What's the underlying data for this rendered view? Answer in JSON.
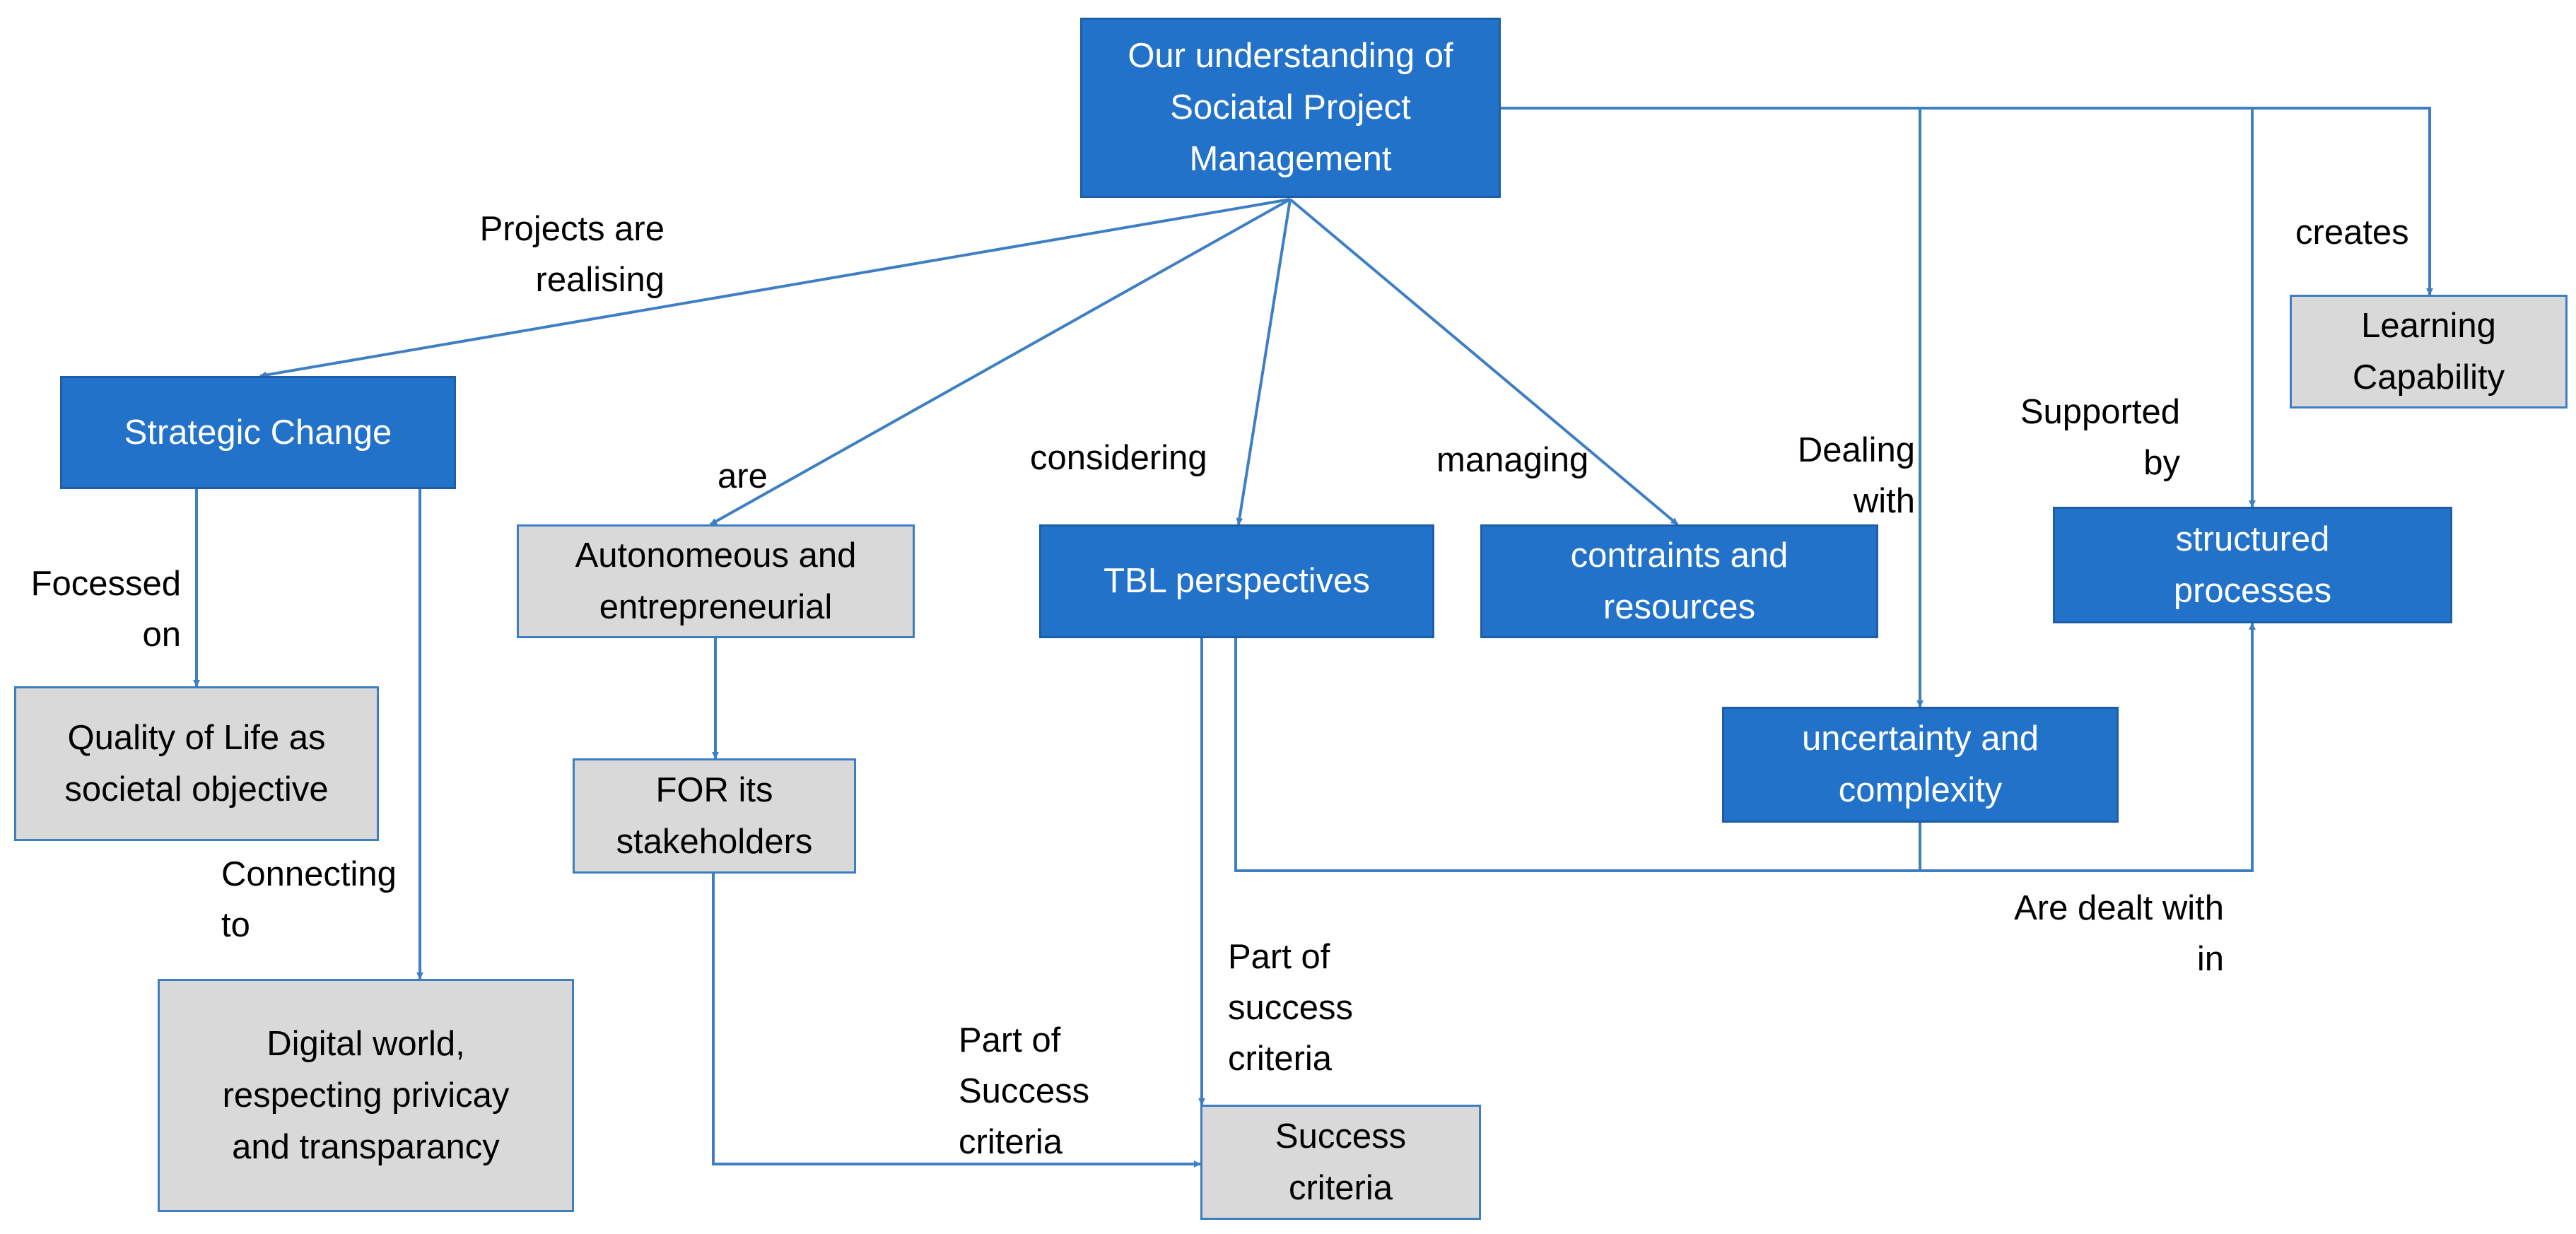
{
  "nodes": {
    "root": "Our understanding of\nSociatal Project\nManagement",
    "strategic_change": "Strategic Change",
    "quality_of_life": "Quality of Life as\nsocietal objective",
    "digital_world": "Digital world,\nrespecting privicay\nand transparancy",
    "autonomous": "Autonomeous  and\nentrepreneurial",
    "for_stakeholders": "FOR its\nstakeholders",
    "tbl": "TBL perspectives",
    "constraints": "contraints and\nresources",
    "uncertainty": "uncertainty and\ncomplexity",
    "structured": "structured\nprocesses",
    "learning": "Learning\nCapability",
    "success": "Success\ncriteria"
  },
  "edge_labels": {
    "projects_realising": "Projects are\nrealising",
    "are": "are",
    "considering": "considering",
    "managing": "managing",
    "dealing_with": "Dealing\nwith",
    "supported_by": "Supported\nby",
    "creates": "creates",
    "focessed_on": "Focessed\non",
    "connecting_to": "Connecting\nto",
    "part_of_success_1": "Part of\nsuccess\ncriteria",
    "part_of_success_2": "Part of\nSuccess\ncriteria",
    "are_dealt_with": "Are dealt with\nin"
  },
  "colors": {
    "blue_box": "#2272c9",
    "gray_box": "#d9d9d9",
    "connector": "#3e7fc4"
  }
}
